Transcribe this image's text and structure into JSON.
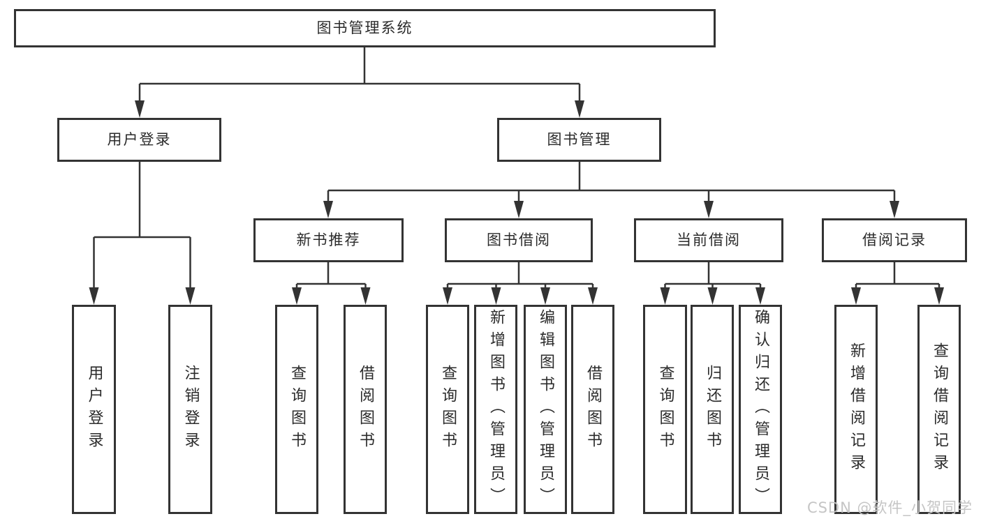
{
  "diagram": {
    "root": "图书管理系统",
    "branches": [
      {
        "label": "用户登录",
        "children": [
          "用户登录",
          "注销登录"
        ]
      },
      {
        "label": "图书管理",
        "groups": [
          {
            "label": "新书推荐",
            "children": [
              "查询图书",
              "借阅图书"
            ]
          },
          {
            "label": "图书借阅",
            "children": [
              "查询图书",
              "新增图书（管理员）",
              "编辑图书（管理员）",
              "借阅图书"
            ]
          },
          {
            "label": "当前借阅",
            "children": [
              "查询图书",
              "归还图书",
              "确认归还（管理员）"
            ]
          },
          {
            "label": "借阅记录",
            "children": [
              "新增借阅记录",
              "查询借阅记录"
            ]
          }
        ]
      }
    ],
    "watermark": "CSDN @软件_小贺同学",
    "colors": {
      "line": "#333333",
      "text": "#2b2b2b",
      "watermark": "#c5c5c5",
      "background": "#ffffff"
    }
  }
}
